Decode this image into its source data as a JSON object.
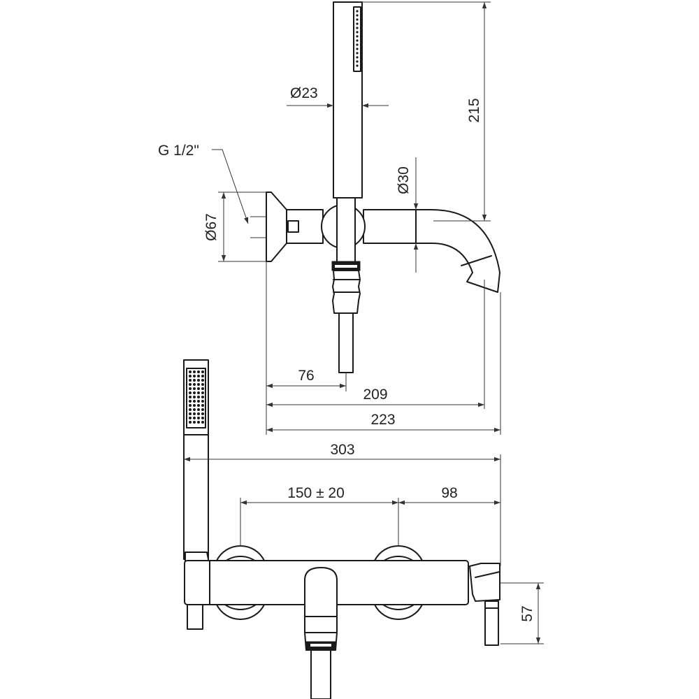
{
  "labels": {
    "d_hand_shower": "Ø23",
    "height_hand_shower": "215",
    "thread": "G 1/2\"",
    "d_spout": "Ø30",
    "d_flange": "Ø67",
    "dim_76": "76",
    "dim_209": "209",
    "dim_223": "223",
    "dim_303": "303",
    "dim_150": "150 ± 20",
    "dim_98": "98",
    "dim_57": "57"
  }
}
